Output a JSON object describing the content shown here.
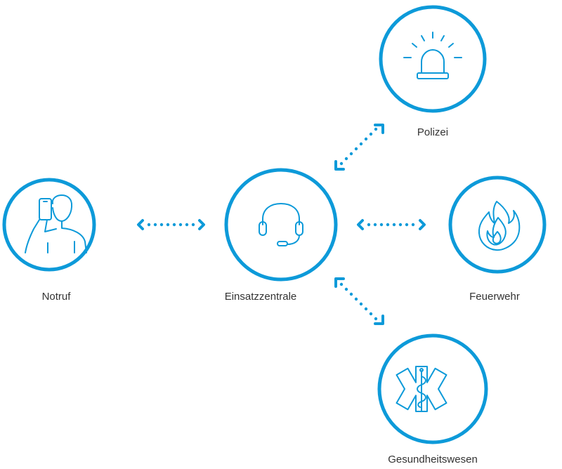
{
  "accent_color": "#0d9ad9",
  "nodes": {
    "notruf": {
      "label": "Notruf",
      "icon": "person-with-phone-icon"
    },
    "einsatzzentrale": {
      "label": "Einsatzzentrale",
      "icon": "headset-icon"
    },
    "polizei": {
      "label": "Polizei",
      "icon": "siren-light-icon"
    },
    "feuerwehr": {
      "label": "Feuerwehr",
      "icon": "flame-icon"
    },
    "gesundheitswesen": {
      "label": "Gesundheitswesen",
      "icon": "star-of-life-icon"
    }
  },
  "connections": [
    {
      "from": "notruf",
      "to": "einsatzzentrale",
      "style": "dotted",
      "direction": "both"
    },
    {
      "from": "einsatzzentrale",
      "to": "polizei",
      "style": "dotted",
      "direction": "both"
    },
    {
      "from": "einsatzzentrale",
      "to": "feuerwehr",
      "style": "dotted",
      "direction": "both"
    },
    {
      "from": "einsatzzentrale",
      "to": "gesundheitswesen",
      "style": "dotted",
      "direction": "both"
    }
  ]
}
